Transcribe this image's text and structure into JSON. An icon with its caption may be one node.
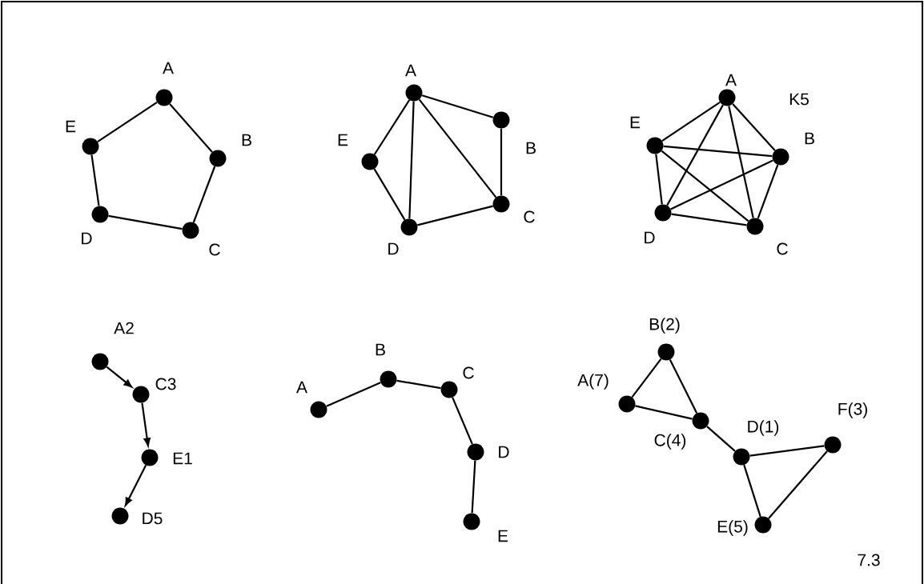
{
  "diagram": {
    "nodes": [
      {
        "text": [
          "A"
        ]
      },
      {
        "text": [
          "B"
        ]
      },
      {
        "text": [
          "C"
        ]
      },
      {
        "text": [
          "D"
        ]
      },
      {
        "text": [
          "E"
        ]
      },
      {
        "text": [
          "A"
        ]
      },
      {
        "text": [
          "B"
        ]
      },
      {
        "text": [
          "C"
        ]
      },
      {
        "text": [
          "D"
        ]
      },
      {
        "text": [
          "E"
        ]
      },
      {
        "text": [
          "A"
        ]
      },
      {
        "text": [
          "B"
        ]
      },
      {
        "text": [
          "C"
        ]
      },
      {
        "text": [
          "D"
        ]
      },
      {
        "text": [
          "E"
        ]
      },
      {
        "text": [
          "A2"
        ]
      },
      {
        "text": [
          "C3"
        ]
      },
      {
        "text": [
          "E1"
        ]
      },
      {
        "text": [
          "D5"
        ]
      },
      {
        "text": [
          "A"
        ]
      },
      {
        "text": [
          "B"
        ]
      },
      {
        "text": [
          "C"
        ]
      },
      {
        "text": [
          "D"
        ]
      },
      {
        "text": [
          "E"
        ]
      },
      {
        "text": [
          "A(7)"
        ]
      },
      {
        "text": [
          "B(2)"
        ]
      },
      {
        "text": [
          "C(4)"
        ]
      },
      {
        "text": [
          "D(1)"
        ]
      },
      {
        "text": [
          "F(3)"
        ]
      },
      {
        "text": [
          "E(5)"
        ]
      }
    ],
    "edges": [
      {
        "from": 0,
        "to": 1,
        "arrow": "none"
      },
      {
        "from": 1,
        "to": 2,
        "arrow": "none"
      },
      {
        "from": 2,
        "to": 3,
        "arrow": "none"
      },
      {
        "from": 3,
        "to": 4,
        "arrow": "none"
      },
      {
        "from": 4,
        "to": 0,
        "arrow": "none"
      },
      {
        "from": 5,
        "to": 6,
        "arrow": "none"
      },
      {
        "from": 6,
        "to": 7,
        "arrow": "none"
      },
      {
        "from": 5,
        "to": 7,
        "arrow": "none"
      },
      {
        "from": 5,
        "to": 8,
        "arrow": "none"
      },
      {
        "from": 8,
        "to": 7,
        "arrow": "none"
      },
      {
        "from": 9,
        "to": 5,
        "arrow": "none"
      },
      {
        "from": 9,
        "to": 8,
        "arrow": "none"
      },
      {
        "from": 10,
        "to": 11,
        "arrow": "none"
      },
      {
        "from": 10,
        "to": 12,
        "arrow": "none"
      },
      {
        "from": 10,
        "to": 13,
        "arrow": "none"
      },
      {
        "from": 10,
        "to": 14,
        "arrow": "none"
      },
      {
        "from": 11,
        "to": 12,
        "arrow": "none"
      },
      {
        "from": 11,
        "to": 13,
        "arrow": "none"
      },
      {
        "from": 11,
        "to": 14,
        "arrow": "none"
      },
      {
        "from": 12,
        "to": 13,
        "arrow": "none"
      },
      {
        "from": 12,
        "to": 14,
        "arrow": "none"
      },
      {
        "from": 13,
        "to": 14,
        "arrow": "none"
      },
      {
        "from": 15,
        "to": 16,
        "arrow": "to"
      },
      {
        "from": 16,
        "to": 17,
        "arrow": "to"
      },
      {
        "from": 17,
        "to": 18,
        "arrow": "to"
      },
      {
        "from": 19,
        "to": 20,
        "arrow": "none"
      },
      {
        "from": 20,
        "to": 21,
        "arrow": "none"
      },
      {
        "from": 21,
        "to": 22,
        "arrow": "none"
      },
      {
        "from": 22,
        "to": 23,
        "arrow": "none"
      },
      {
        "from": 24,
        "to": 25,
        "arrow": "none"
      },
      {
        "from": 25,
        "to": 26,
        "arrow": "none"
      },
      {
        "from": 24,
        "to": 26,
        "arrow": "none"
      },
      {
        "from": 26,
        "to": 27,
        "arrow": "none"
      },
      {
        "from": 27,
        "to": 28,
        "arrow": "none"
      },
      {
        "from": 27,
        "to": 29,
        "arrow": "none"
      },
      {
        "from": 29,
        "to": 28,
        "arrow": "none"
      }
    ],
    "labels": [
      "K5",
      "7.3"
    ]
  }
}
